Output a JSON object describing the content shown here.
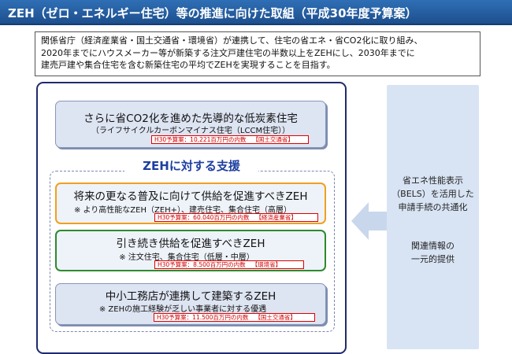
{
  "title": "ZEH（ゼロ・エネルギー住宅）等の推進に向けた取組（平成30年度予算案）",
  "intro": {
    "lines": [
      "関係省庁（経済産業省・国土交通省・環境省）が連携して、住宅の省エネ・省CO2化に取り組み、",
      "2020年までにハウスメーカー等が新築する注文戸建住宅の半数以上をZEHにし、2030年までに",
      "建売戸建や集合住宅を含む新築住宅の平均でZEHを実現することを目指す。"
    ]
  },
  "lccm": {
    "title": "さらに省CO2化を進めた先導的な低炭素住宅",
    "subtitle": "（ライフサイクルカーボンマイナス住宅（LCCM住宅））",
    "budget": "H30予算案：10,221百万円の内数",
    "agency": "【国土交通省】"
  },
  "support": {
    "label": "ZEHに対する支援",
    "items": [
      {
        "title": "将来の更なる普及に向けて供給を促進すべきZEH",
        "note": "※ より高性能なZEH（ZEH+）、建売住宅、集合住宅（高層）",
        "budget": "H30予算案：60.040百万円の内数",
        "agency": "【経済産業省】"
      },
      {
        "title": "引き続き供給を促進すべきZEH",
        "note": "※ 注文住宅、集合住宅（低層・中層）",
        "budget": "H30予算案：8.500百万円の内数",
        "agency": "【環境省】"
      },
      {
        "title": "中小工務店が連携して建築するZEH",
        "note": "※ ZEHの施工経験が乏しい事業者に対する優遇",
        "budget": "H30予算案：11.500百万円の内数",
        "agency": "【国土交通省】"
      }
    ]
  },
  "side_panel": {
    "lines_a": [
      "省エネ性能表示",
      "（BELS）を活用した",
      "申請手続の共通化"
    ],
    "lines_b": [
      "関連情報の",
      "一元的提供"
    ]
  },
  "colors": {
    "title_bar": "#2a64a8",
    "orange_border": "#f0a020",
    "green_border": "#2e8a2e",
    "budget_red": "#d00000",
    "side_panel": "#d8e4f4"
  }
}
